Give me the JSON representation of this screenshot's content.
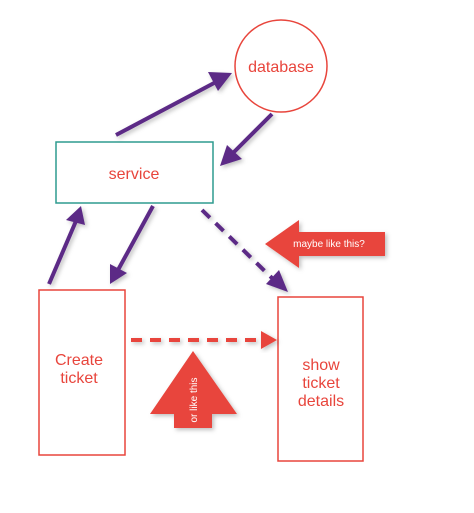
{
  "nodes": {
    "database": {
      "label": "database"
    },
    "service": {
      "label": "service"
    },
    "create_ticket": {
      "lines": [
        "Create",
        "ticket"
      ]
    },
    "show_ticket_details": {
      "lines": [
        "show",
        "ticket",
        "details"
      ]
    }
  },
  "callouts": {
    "maybe_like_this": {
      "label": "maybe like this?"
    },
    "or_like_this": {
      "label": "or like this"
    }
  },
  "colors": {
    "node_red": "#e8453c",
    "service_teal": "#2e9b8f",
    "arrow_purple": "#5b2a86",
    "dashed_red": "#e8453c",
    "callout_red": "#e8453c"
  }
}
